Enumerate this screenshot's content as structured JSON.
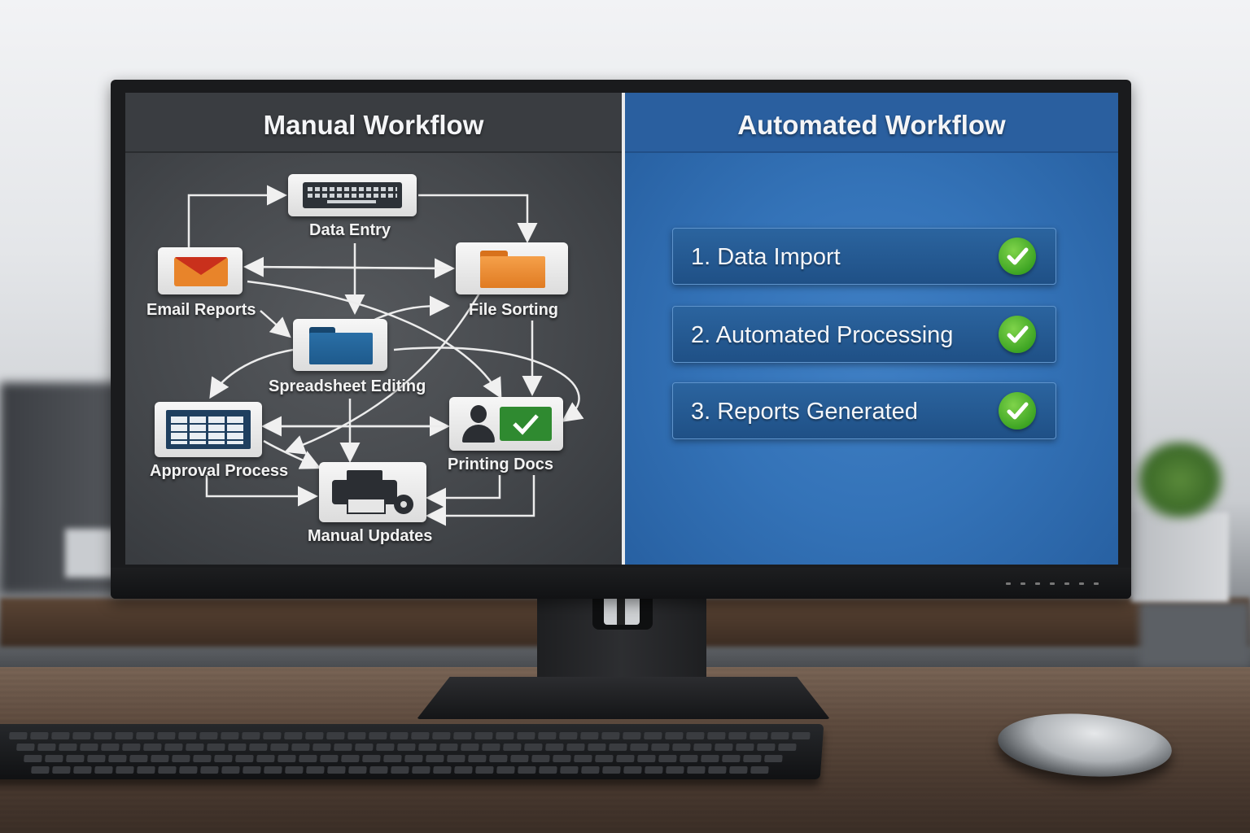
{
  "manual": {
    "title": "Manual Workflow",
    "nodes": {
      "data_entry": "Data Entry",
      "email_reports": "Email Reports",
      "file_sorting": "File Sorting",
      "spreadsheet_editing": "Spreadsheet Editing",
      "approval_process": "Approval Process",
      "printing_docs": "Printing Docs",
      "manual_updates": "Manual Updates"
    }
  },
  "automated": {
    "title": "Automated Workflow",
    "steps": [
      {
        "label": "1. Data Import",
        "icon": "check-circle-icon"
      },
      {
        "label": "2. Automated Processing",
        "icon": "check-circle-icon"
      },
      {
        "label": "3. Reports Generated",
        "icon": "check-circle-icon"
      }
    ]
  },
  "colors": {
    "manual_panel": "#45484c",
    "automated_panel": "#3473b8",
    "check_green": "#3ea524",
    "email_orange": "#e8842a",
    "folder_blue": "#1e5a8c"
  }
}
